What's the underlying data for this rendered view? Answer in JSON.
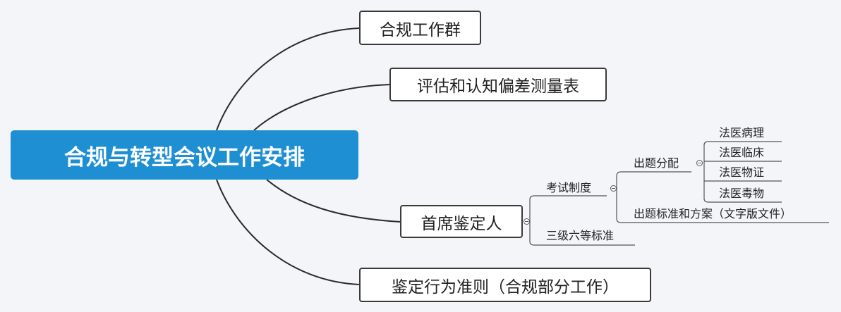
{
  "root": {
    "title": "合规与转型会议工作安排"
  },
  "branches": {
    "b1": "合规工作群",
    "b2": "评估和认知偏差测量表",
    "b3": "首席鉴定人",
    "b4": "鉴定行为准则（合规部分工作）"
  },
  "sub": {
    "exam": "考试制度",
    "standard": "三级六等标准",
    "assign": "出题分配",
    "plan": "出题标准和方案（文字版文件）"
  },
  "leaf": {
    "l1": "法医病理",
    "l2": "法医临床",
    "l3": "法医物证",
    "l4": "法医毒物"
  }
}
